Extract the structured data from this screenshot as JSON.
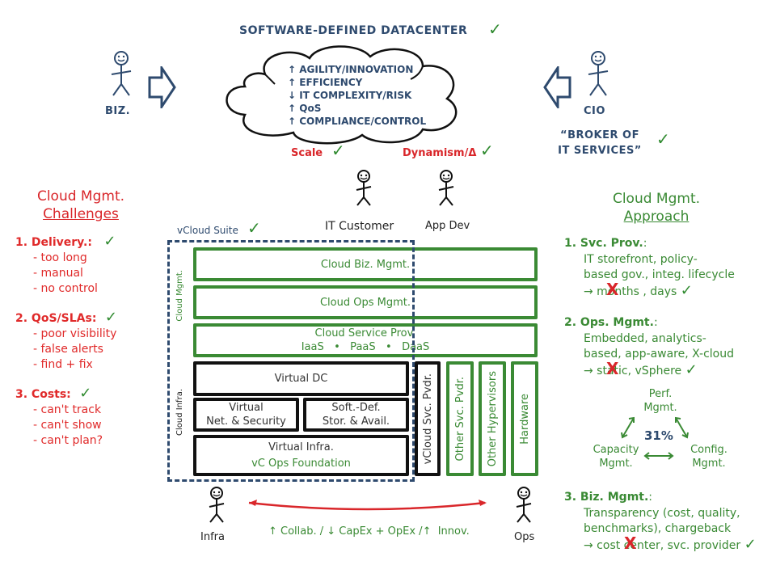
{
  "header": {
    "title": "SOFTWARE-DEFINED DATACENTER",
    "check": "✓"
  },
  "biz": {
    "label": "BIZ."
  },
  "cio": {
    "label": "CIO",
    "quote_line1": "“BROKER OF",
    "quote_line2": "IT SERVICES”"
  },
  "cloud": {
    "items": [
      {
        "arrow": "↑",
        "text": "AGILITY/INNOVATION"
      },
      {
        "arrow": "↑",
        "text": "EFFICIENCY"
      },
      {
        "arrow": "↓",
        "text": "IT COMPLEXITY/RISK"
      },
      {
        "arrow": "↑",
        "text": "QoS"
      },
      {
        "arrow": "↑",
        "text": "COMPLIANCE/CONTROL"
      }
    ]
  },
  "scale": {
    "label": "Scale"
  },
  "dynamism": {
    "label": "Dynamism/Δ"
  },
  "personas": {
    "it_customer": "IT Customer",
    "app_dev": "App Dev",
    "infra": "Infra",
    "ops": "Ops"
  },
  "challenges": {
    "title_line1": "Cloud Mgmt.",
    "title_line2": "Challenges",
    "items": [
      {
        "head": "1. Delivery.:",
        "subs": [
          "- too long",
          "- manual",
          "- no control"
        ]
      },
      {
        "head": "2. QoS/SLAs:",
        "subs": [
          "- poor visibility",
          "- false alerts",
          "- find + fix"
        ]
      },
      {
        "head": "3. Costs:",
        "subs": [
          "- can't track",
          "- can't show",
          "- can't plan?"
        ]
      }
    ]
  },
  "stack": {
    "suite_label": "vCloud Suite",
    "cloud_mgmt_label": "Cloud Mgmt.",
    "cloud_infra_label": "Cloud Infra.",
    "biz_mgmt": "Cloud Biz. Mgmt.",
    "ops_mgmt": "Cloud Ops Mgmt.",
    "svc_prov": "Cloud Service Prov.",
    "svc_types": "IaaS   •   PaaS   •   DaaS",
    "virtual_dc": "Virtual DC",
    "net_sec_line1": "Virtual",
    "net_sec_line2": "Net. & Security",
    "stor_line1": "Soft.-Def.",
    "stor_line2": "Stor. & Avail.",
    "virtual_infra": "Virtual Infra.",
    "vc_ops": "vC Ops Foundation",
    "vcloud_svc": "vCloud Svc. Pvdr.",
    "other_svc": "Other Svc. Pvdr.",
    "other_hyp": "Other Hypervisors",
    "hardware": "Hardware"
  },
  "collab": {
    "text": "↑ Collab. / ↓ CapEx + OpEx /↑  Innov."
  },
  "approach": {
    "title_line1": "Cloud Mgmt.",
    "title_line2": "Approach",
    "svc_prov": {
      "head": "1. Svc. Prov.",
      "colon": ":",
      "lines": [
        "IT storefront, policy-",
        "based gov., integ. lifecycle"
      ],
      "result_before": "→ months , days"
    },
    "ops_mgmt": {
      "head": "2. Ops. Mgmt.",
      "colon": ":",
      "lines": [
        "Embedded, analytics-",
        "based, app-aware, X-cloud"
      ],
      "result_before": "→ static, vSphere"
    },
    "triangle": {
      "perf_line1": "Perf.",
      "perf_line2": "Mgmt.",
      "cap_line1": "Capacity",
      "cap_line2": "Mgmt.",
      "config_line1": "Config.",
      "config_line2": "Mgmt.",
      "percent": "31%"
    },
    "biz_mgmt": {
      "head": "3. Biz. Mgmt.",
      "colon": ":",
      "lines": [
        "Transparency (cost, quality,",
        "benchmarks), chargeback"
      ],
      "result_before": "→ cost center, svc. provider"
    }
  },
  "marks": {
    "x": "X",
    "check": "✓"
  }
}
